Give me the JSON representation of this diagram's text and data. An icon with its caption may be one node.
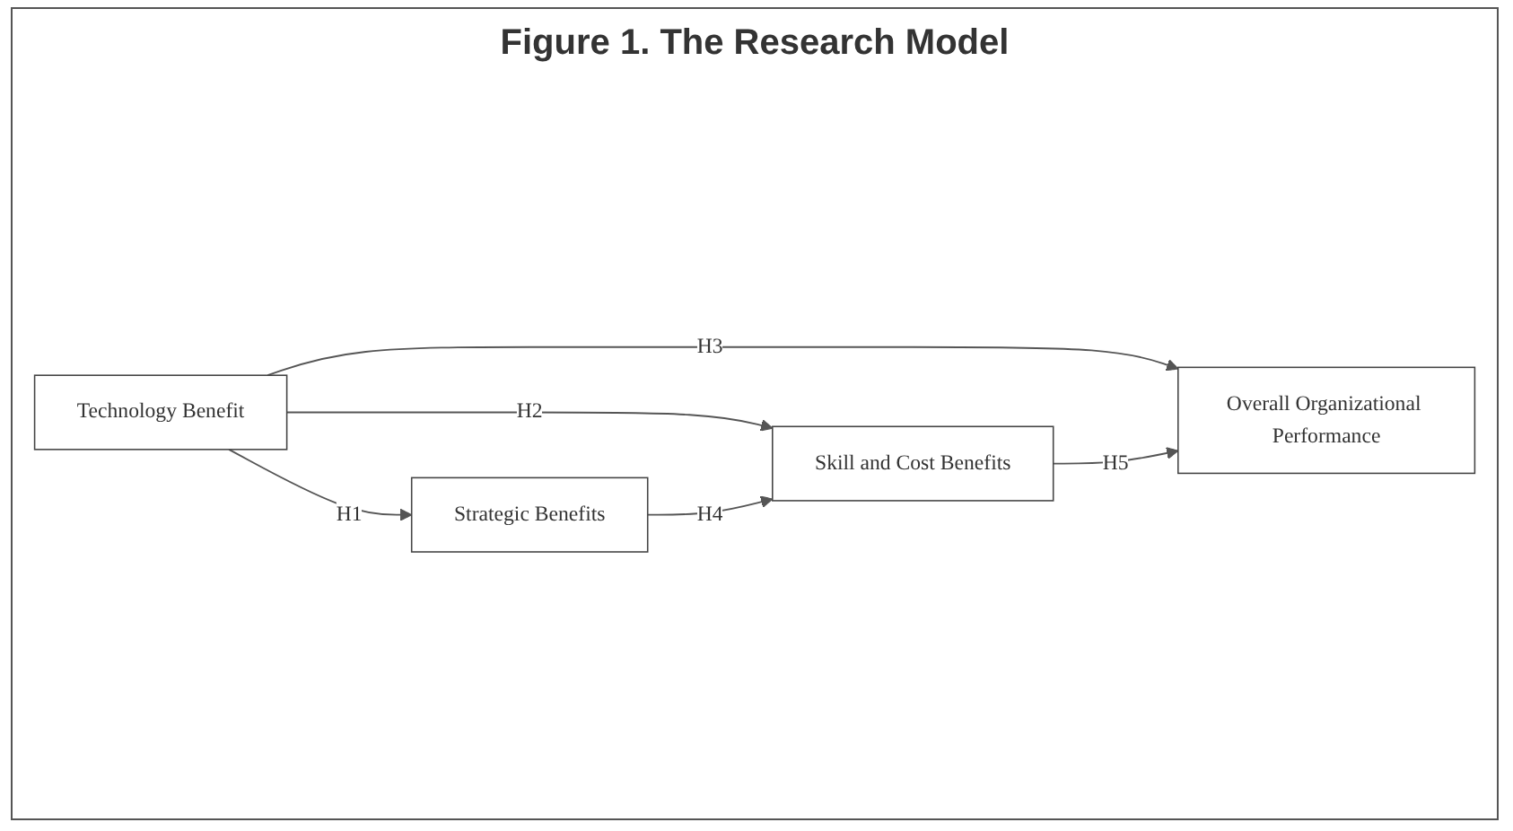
{
  "diagram": {
    "title": "Figure 1. The Research Model",
    "nodes": [
      {
        "text": [
          "Technology Benefit"
        ]
      },
      {
        "text": [
          "Strategic Benefits"
        ]
      },
      {
        "text": [
          "Skill and Cost Benefits"
        ]
      },
      {
        "text": [
          "Overall Organizational Performance"
        ]
      }
    ],
    "edges": [
      {
        "from": 0,
        "to": 1,
        "arrow": "to",
        "label": "H1"
      },
      {
        "from": 0,
        "to": 2,
        "arrow": "to",
        "label": "H2"
      },
      {
        "from": 0,
        "to": 3,
        "arrow": "to",
        "label": "H3"
      },
      {
        "from": 1,
        "to": 2,
        "arrow": "to",
        "label": "H4"
      },
      {
        "from": 2,
        "to": 3,
        "arrow": "to",
        "label": "H5"
      }
    ]
  }
}
